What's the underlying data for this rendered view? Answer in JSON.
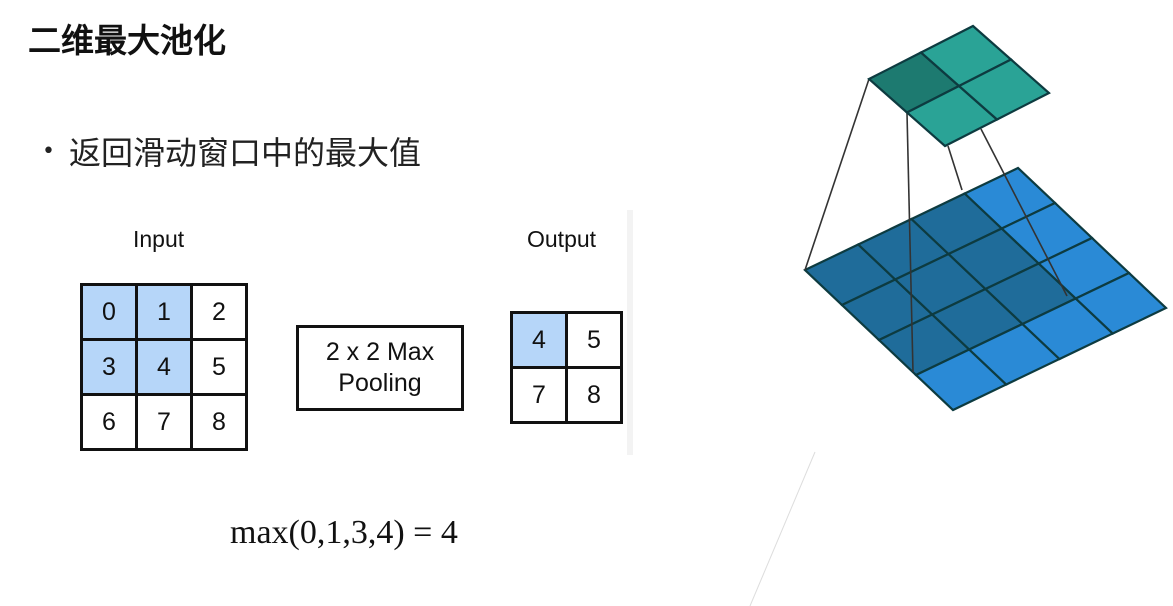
{
  "title": "二维最大池化",
  "bullet": "返回滑动窗口中的最大值",
  "diagram": {
    "input_label": "Input",
    "output_label": "Output",
    "input": [
      [
        "0",
        "1",
        "2"
      ],
      [
        "3",
        "4",
        "5"
      ],
      [
        "6",
        "7",
        "8"
      ]
    ],
    "input_highlight": [
      [
        true,
        true,
        false
      ],
      [
        true,
        true,
        false
      ],
      [
        false,
        false,
        false
      ]
    ],
    "output": [
      [
        "4",
        "5"
      ],
      [
        "7",
        "8"
      ]
    ],
    "output_highlight": [
      [
        true,
        false
      ],
      [
        false,
        false
      ]
    ],
    "op_line1": "2 x 2 Max",
    "op_line2": "Pooling"
  },
  "formula": "max(0,1,3,4) = 4",
  "illustration": {
    "input_dark": "#1f6c9a",
    "input_light": "#2a8ad6",
    "output_dark": "#1d7a70",
    "output_light": "#2aa396",
    "stroke": "#0d3b40"
  }
}
